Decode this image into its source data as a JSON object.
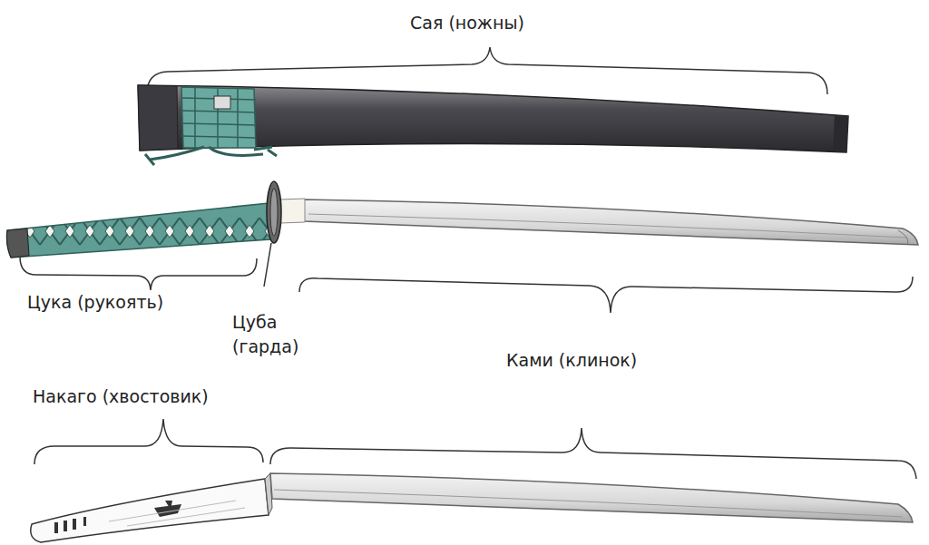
{
  "diagram": {
    "labels": [
      "Сая (ножны)",
      "Цука (рукоять)",
      "Цуба (гарда)",
      "Ками (клинок)",
      "Накаго (хвостовик)"
    ]
  }
}
